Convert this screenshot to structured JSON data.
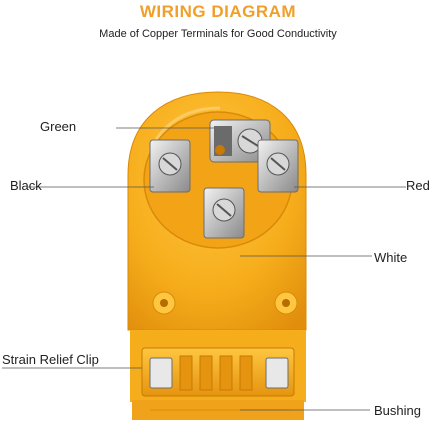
{
  "header": {
    "title": "WIRING DIAGRAM",
    "subtitle": "Made of Copper Terminals for Good Conductivity"
  },
  "labels": {
    "green": "Green",
    "black": "Black",
    "red": "Red",
    "white": "White",
    "strain_relief_clip": "Strain Relief Clip",
    "bushing": "Bushing"
  },
  "colors": {
    "accent": "#f0a02a",
    "plug_body": "#f6ad1b",
    "plug_shadow": "#e08e0c",
    "terminal_metal": "#c9c9c9",
    "leader_line": "#555555"
  }
}
